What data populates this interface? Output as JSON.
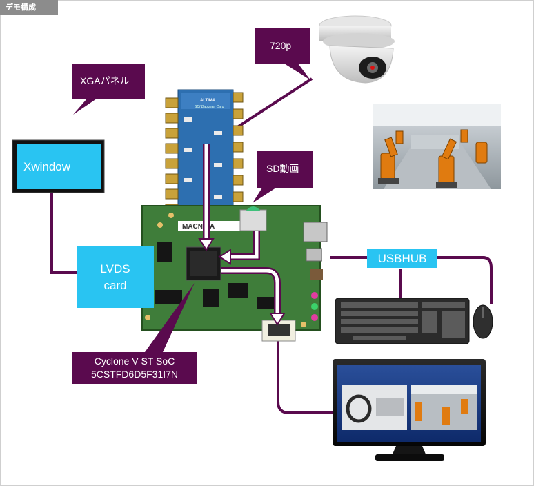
{
  "tab_label": "デモ構成",
  "callouts": {
    "xga": "XGAパネル",
    "p720": "720p",
    "sd": "SD動画",
    "soc_line1": "Cyclone V ST SoC",
    "soc_line2": "5CSTFD6D5F31I7N"
  },
  "boxes": {
    "xwindow": "Xwindow",
    "lvds_line1": "LVDS",
    "lvds_line2": "card",
    "usbhub": "USBHUB"
  },
  "board_labels": {
    "daughter_brand": "ALTIMA",
    "daughter_name": "SDI Daughter Card",
    "main_brand": "MACNICA"
  },
  "colors": {
    "purple": "#5a0a4e",
    "cyan": "#29c4f2",
    "board_green": "#3f7d3a"
  }
}
